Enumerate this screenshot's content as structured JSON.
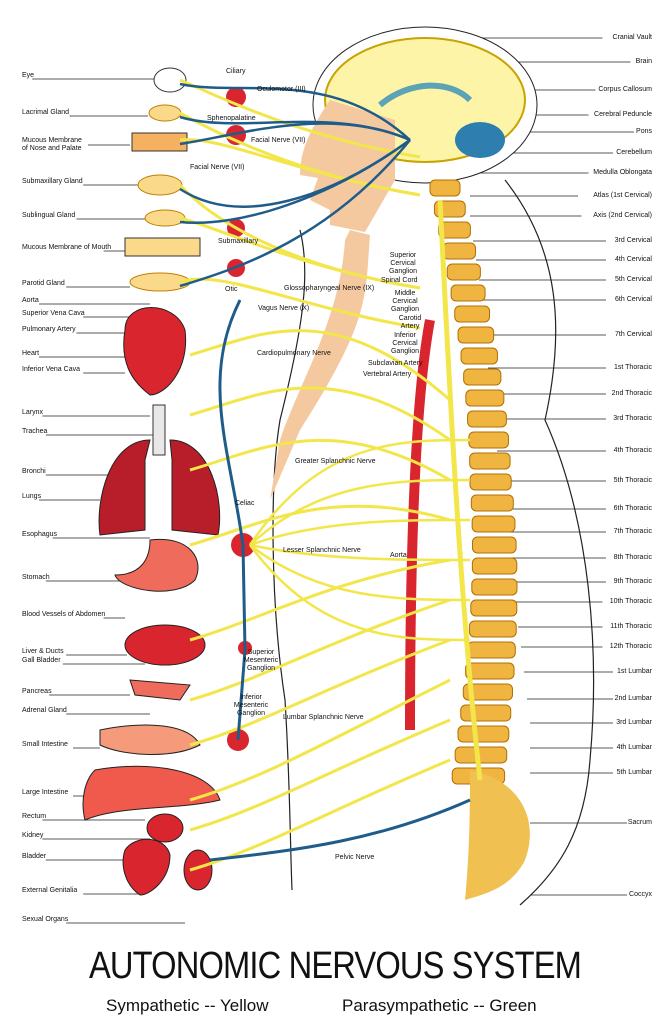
{
  "title": "AUTONOMIC NERVOUS SYSTEM",
  "legend": {
    "sympathetic": "Sympathetic -- Yellow",
    "parasympathetic": "Parasympathetic -- Green"
  },
  "colors": {
    "sympathetic": "#f2e64a",
    "parasympathetic": "#1f5c8a",
    "organ": "#d9262e",
    "bone": "#f0b440",
    "skin": "#f5c9a0"
  },
  "left_labels": [
    "Eye",
    "Lacrimal Gland",
    "Mucous Membrane\nof Nose and Palate",
    "Submaxillary Gland",
    "Sublingual Gland",
    "Mucous Membrane of Mouth",
    "Parotid Gland",
    "Aorta",
    "Superior Vena Cava",
    "Pulmonary Artery",
    "Heart",
    "Inferior Vena Cava",
    "Larynx",
    "Trachea",
    "Bronchi",
    "Lungs",
    "Esophagus",
    "Stomach",
    "Blood Vessels of Abdomen",
    "Liver & Ducts",
    "Gall Bladder",
    "Pancreas",
    "Adrenal Gland",
    "Small Intestine",
    "Large Intestine",
    "Rectum",
    "Kidney",
    "Bladder",
    "External Genitalia",
    "Sexual Organs"
  ],
  "right_labels": [
    "Cranial Vault",
    "Brain",
    "Corpus Callosum",
    "Cerebral Peduncle",
    "Pons",
    "Cerebellum",
    "Medulla Oblongata",
    "Atlas (1st Cervical)",
    "Axis (2nd Cervical)",
    "3rd Cervical",
    "4th Cervical",
    "5th Cervical",
    "6th Cervical",
    "7th Cervical",
    "1st Thoracic",
    "2nd Thoracic",
    "3rd Thoracic",
    "4th Thoracic",
    "5th Thoracic",
    "6th Thoracic",
    "7th Thoracic",
    "8th Thoracic",
    "9th Thoracic",
    "10th Thoracic",
    "11th Thoracic",
    "12th Thoracic",
    "1st Lumbar",
    "2nd Lumbar",
    "3rd Lumbar",
    "4th Lumbar",
    "5th Lumbar",
    "Sacrum",
    "Coccyx"
  ],
  "middle_labels": [
    "Ciliary",
    "Oculomotor (III)",
    "Sphenopalatine",
    "Facial Nerve (VII)",
    "Facial Nerve (VII)",
    "Submaxillary",
    "Otic",
    "Glossopharyngeal Nerve (IX)",
    "Vagus Nerve (X)",
    "Cardiopulmonary Nerve",
    "Superior\nCervical\nGanglion",
    "Spinal Cord",
    "Middle\nCervical\nGanglion",
    "Carotid\nArtery",
    "Inferior\nCervical\nGanglion",
    "Subclavian Artery",
    "Vertebral Artery",
    "Greater Splanchnic Nerve",
    "Celiac",
    "Lesser Splanchnic Nerve",
    "Aorta",
    "Superior\nMesenteric\nGanglion",
    "Inferior\nMesenteric\nGanglion",
    "Lumbar Splanchnic Nerve",
    "Pelvic Nerve"
  ]
}
